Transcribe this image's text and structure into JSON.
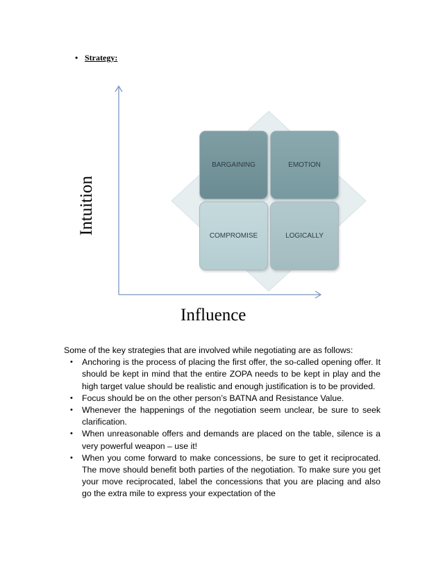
{
  "heading": {
    "bullet": "•",
    "label": "Strategy:"
  },
  "diagram": {
    "y_axis_label": "Intuition",
    "x_axis_label": "Influence",
    "quadrants": {
      "top_left": "BARGAINING",
      "top_right": "EMOTION",
      "bottom_left": "COMPROMISE",
      "bottom_right": "LOGICALLY"
    },
    "colors": {
      "diamond": "#e6eef0",
      "axis": "#7a96bf"
    }
  },
  "content": {
    "intro": "Some of the key strategies that are involved while negotiating are as follows:",
    "bullet_glyph": "•",
    "bullets": [
      "Anchoring is the process of placing the first offer, the so-called opening offer. It should be kept in mind that the entire ZOPA needs to be kept in play and the high target value should be realistic and enough justification is to be provided.",
      "Focus should be on the other person’s BATNA and Resistance Value.",
      "Whenever the happenings of the negotiation seem unclear, be sure to seek clarification.",
      "When unreasonable offers and demands are placed on the table, silence is a very powerful weapon – use it!",
      "When you come forward to make concessions, be sure to get it reciprocated. The move should benefit both parties of the negotiation. To make sure you get your move reciprocated, label the concessions that you are placing and also go the extra mile to express your expectation of the"
    ]
  }
}
